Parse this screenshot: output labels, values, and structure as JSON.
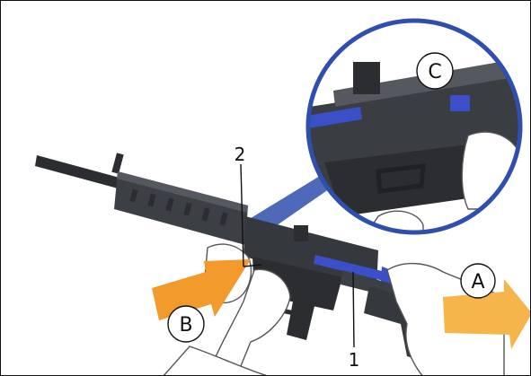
{
  "figure": {
    "labels": {
      "part_1": "1",
      "part_2": "2",
      "callout_a": "A",
      "callout_b": "B",
      "callout_c": "C"
    },
    "colors": {
      "frame": "#111111",
      "rifle_dark": "#2b2d30",
      "rifle_mid": "#4a4d52",
      "rifle_light": "#6c7077",
      "charging_handle_blue": "#3a4fc8",
      "arrow_orange": "#f39a2c",
      "arrow_yellow": "#f5b54a",
      "detail_circle_border": "#2f4fae",
      "hand_outline": "#555555"
    },
    "icons": {
      "arrow_a": "arrow-right-icon",
      "arrow_b": "arrow-right-icon"
    }
  }
}
